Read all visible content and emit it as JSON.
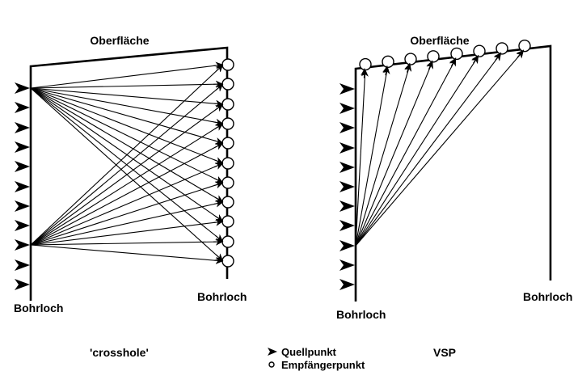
{
  "diagrams": {
    "crosshole": {
      "title": "'crosshole'",
      "surface_label": "Oberfläche",
      "left_borehole_label": "Bohrloch",
      "right_borehole_label": "Bohrloch",
      "source_count": 11,
      "receiver_count": 11,
      "active_source_indices": [
        0,
        8
      ]
    },
    "vsp": {
      "title": "VSP",
      "surface_label": "Oberfläche",
      "left_borehole_label": "Bohrloch",
      "right_borehole_label": "Bohrloch",
      "source_count": 11,
      "surface_receiver_count": 8,
      "active_source_indices": [
        8
      ]
    }
  },
  "legend": {
    "source_label": "Quellpunkt",
    "receiver_label": "Empfängerpunkt"
  },
  "colors": {
    "ink": "#000000",
    "background": "#ffffff"
  }
}
